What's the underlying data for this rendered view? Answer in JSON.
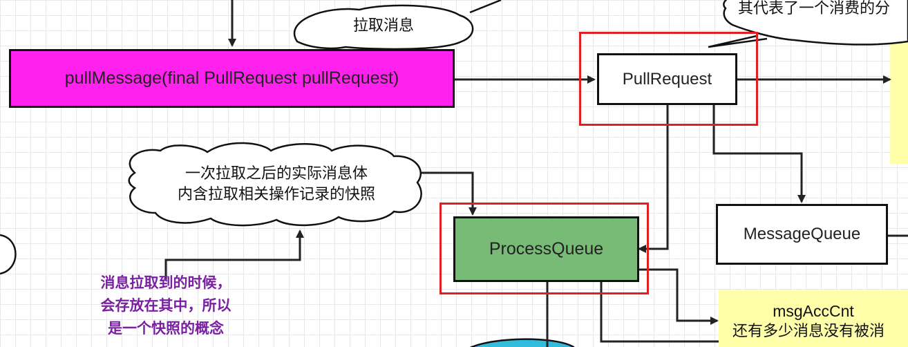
{
  "nodes": {
    "pull_message": "pullMessage(final PullRequest pullRequest)",
    "pull_request": "PullRequest",
    "process_queue": "ProcessQueue",
    "message_queue": "MessageQueue"
  },
  "clouds": {
    "pull_msg": "拉取消息",
    "top_right": "其代表了一个消费的分",
    "snapshot_line1": "一次拉取之后的实际消息体",
    "snapshot_line2": "内含拉取相关操作记录的快照"
  },
  "note": {
    "line1": "消息拉取到的时候，",
    "line2": "会存放在其中，所以",
    "line3": "是一个快照的概念"
  },
  "sticky": {
    "title": "msgAccCnt",
    "desc": "还有多少消息没有被消"
  },
  "colors": {
    "magenta": "#ff22ee",
    "green": "#77bb77",
    "red_frame": "#e02020",
    "note_purple": "#7a1fa2",
    "sticky_yellow": "#ffffaa"
  }
}
